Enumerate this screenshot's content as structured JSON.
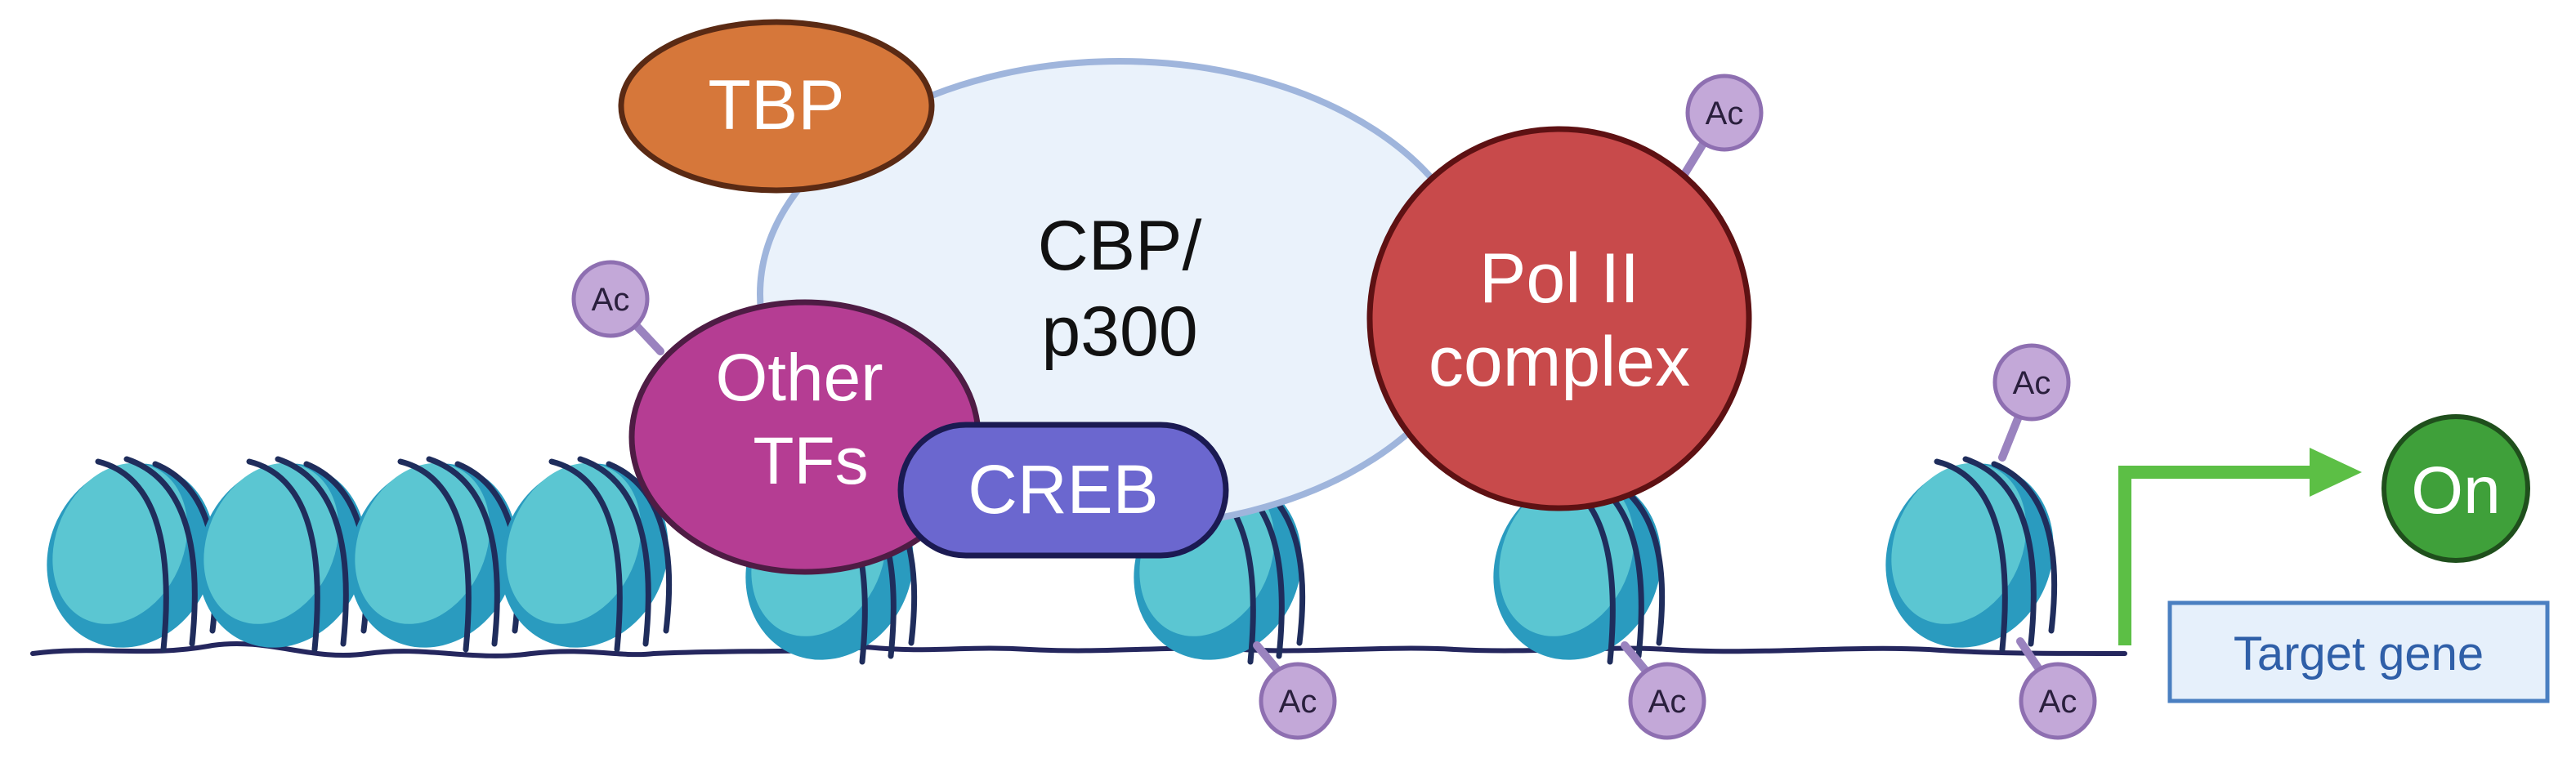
{
  "labels": {
    "tbp": "TBP",
    "cbp_line1": "CBP/",
    "cbp_line2": "p300",
    "other_tfs_line1": "Other",
    "other_tfs_line2": "TFs",
    "creb": "CREB",
    "pol2_line1": "Pol II",
    "pol2_line2": "complex",
    "on": "On",
    "target_gene": "Target gene",
    "acetyl": "Ac"
  },
  "colors": {
    "dna": "#25275e",
    "nucleosome_light": "#5bc6d2",
    "nucleosome_dark": "#2a9bbf",
    "nucleosome_wrap": "#1f2d5c",
    "tbp": "#d6773a",
    "cbp": "#eaf2fb",
    "cbp_stroke": "#9fb5dc",
    "other_tfs": "#b53d93",
    "creb": "#6b67cf",
    "pol2": "#c84a4b",
    "acetyl": "#c3a8d8",
    "acetyl_stroke": "#8e6fb1",
    "arrow": "#5cbf45",
    "on_badge": "#3fa03a",
    "gene_box": "#e6f0fb",
    "gene_box_stroke": "#4a7fc1"
  }
}
